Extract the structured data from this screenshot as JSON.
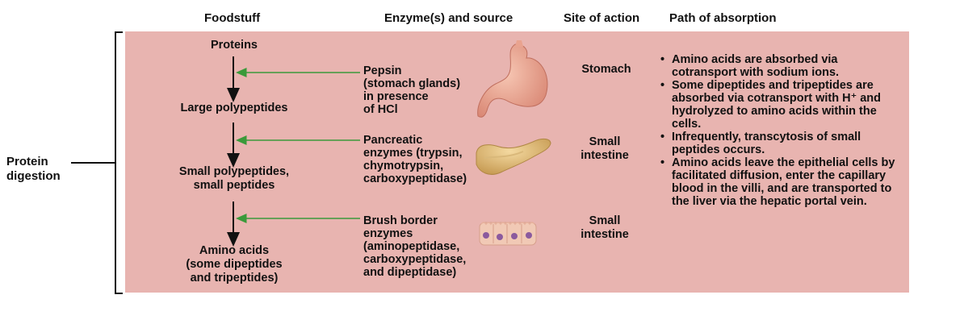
{
  "headers": {
    "foodstuff": "Foodstuff",
    "enzymes": "Enzyme(s) and source",
    "site": "Site of action",
    "path": "Path of absorption"
  },
  "side_label": [
    "Protein",
    "digestion"
  ],
  "foodstuff": {
    "proteins": "Proteins",
    "large_polypeptides": "Large polypeptides",
    "small_polypeptides": [
      "Small polypeptides,",
      "small peptides"
    ],
    "amino_acids": [
      "Amino acids",
      "(some dipeptides",
      "and tripeptides)"
    ]
  },
  "enzymes": {
    "pepsin": [
      "Pepsin",
      "(stomach glands)",
      "in presence",
      "of HCl"
    ],
    "pancreatic": [
      "Pancreatic",
      "enzymes (trypsin,",
      "chymotrypsin,",
      "carboxypeptidase)"
    ],
    "brush": [
      "Brush border",
      "enzymes",
      "(aminopeptidase,",
      "carboxypeptidase,",
      "and dipeptidase)"
    ]
  },
  "sites": {
    "stomach": "Stomach",
    "small_intestine_1": [
      "Small",
      "intestine"
    ],
    "small_intestine_2": [
      "Small",
      "intestine"
    ]
  },
  "absorption": [
    "Amino acids are absorbed via cotransport with sodium ions.",
    "Some dipeptides and tripeptides are absorbed via cotransport with H⁺ and hydrolyzed to amino acids within the cells.",
    "Infrequently, transcytosis of small peptides occurs.",
    "Amino acids leave the epithelial cells by facilitated diffusion, enter the capillary blood in the villi, and are transported to the liver via the hepatic portal vein."
  ],
  "icons": [
    "stomach-icon",
    "pancreas-icon",
    "brush-border-cells-icon"
  ],
  "colors": {
    "panel": "#e8b4b0",
    "green_arrow": "#3a9a3a"
  }
}
